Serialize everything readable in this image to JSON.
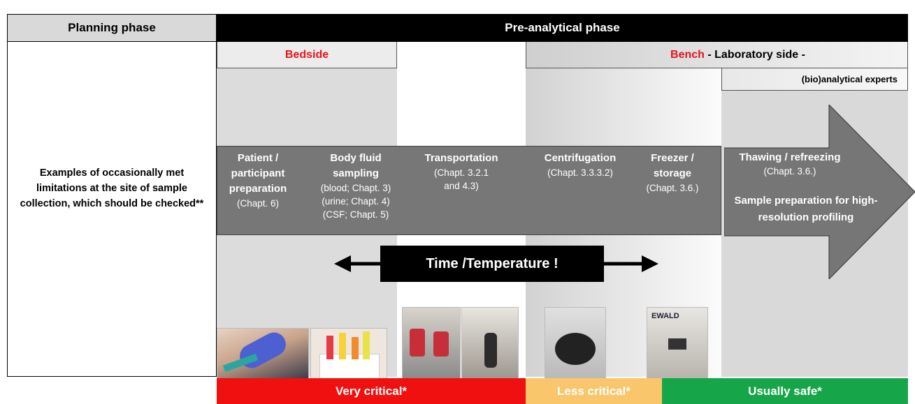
{
  "header": {
    "planning_phase": "Planning phase",
    "pre_analytical_phase": "Pre-analytical phase"
  },
  "left_note": "Examples of occasionally met limitations at the site of sample collection, which should be checked**",
  "zones": {
    "bedside": "Bedside",
    "bench_red": "Bench",
    "bench_rest": " - Laboratory side -",
    "bioanalytical": "(bio)analytical experts"
  },
  "steps": [
    {
      "title": "Patient / participant preparation",
      "chapter": "(Chapt. 6)"
    },
    {
      "title": "Body fluid sampling",
      "chapter": "(blood; Chapt. 3) (urine; Chapt. 4) (CSF; Chapt. 5)"
    },
    {
      "title": "Transportation",
      "chapter": "(Chapt. 3.2.1 and 4.3)"
    },
    {
      "title": "Centrifugation",
      "chapter": "(Chapt. 3.3.3.2)"
    },
    {
      "title": "Freezer / storage",
      "chapter": "(Chapt. 3.6.)"
    }
  ],
  "final_step": {
    "title": "Thawing / refreezing",
    "chapter": "(Chapt. 3.6.)",
    "subtitle": "Sample preparation for high-resolution profiling"
  },
  "time_temperature": "Time /Temperature !",
  "photo_labels": {
    "freezer_brand": "EWALD"
  },
  "criticality": [
    {
      "label": "Very critical*",
      "color": "#f01010"
    },
    {
      "label": "Less critical*",
      "color": "#f9c66b"
    },
    {
      "label": "Usually safe*",
      "color": "#17a549"
    }
  ],
  "colors": {
    "red_text": "#e8141b",
    "process_bar": "#777777"
  }
}
